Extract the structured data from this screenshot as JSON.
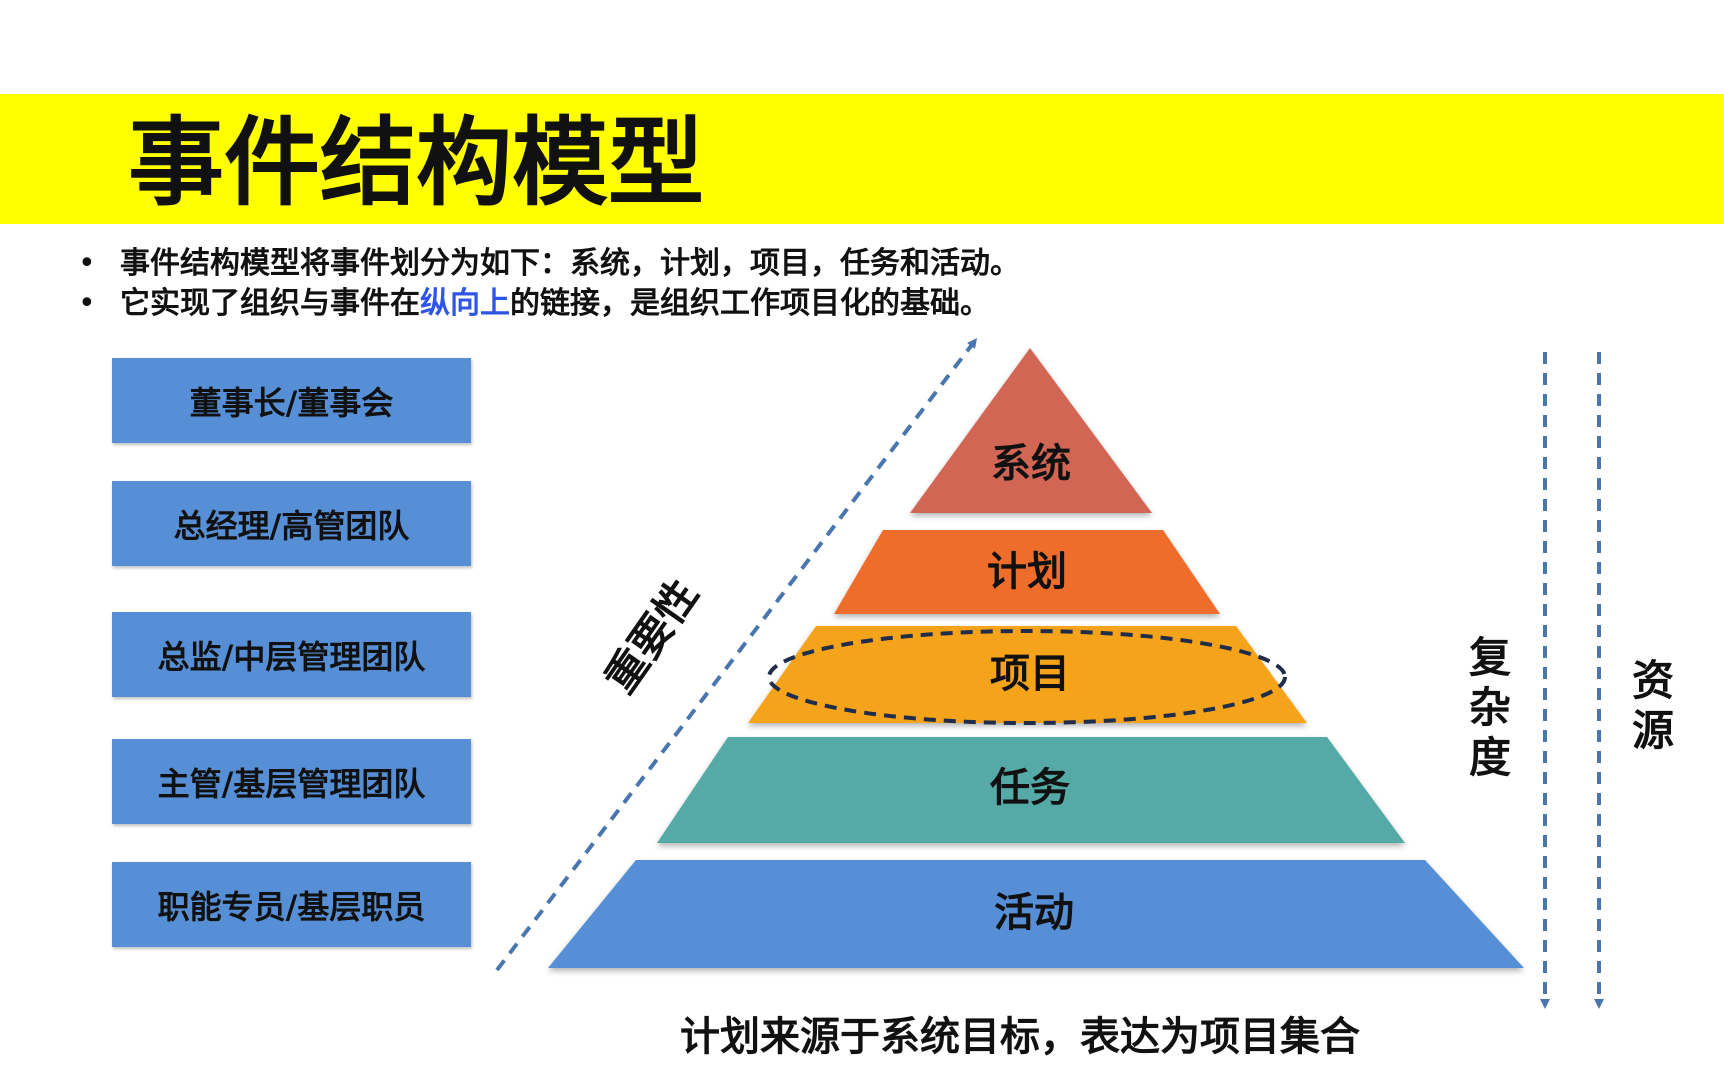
{
  "title": "事件结构模型",
  "bullets": [
    {
      "text": "事件结构模型将事件划分为如下：系统，计划，项目，任务和活动。"
    },
    {
      "before": "它实现了组织与事件在",
      "highlight": "纵向上",
      "after": "的链接，是组织工作项目化的基础。"
    }
  ],
  "bullet_marker": "•",
  "org_levels": [
    "董事长/董事会",
    "总经理/高管团队",
    "总监/中层管理团队",
    "主管/基层管理团队",
    "职能专员/基层职员"
  ],
  "pyramid": [
    {
      "label": "系统",
      "color": "#d26655"
    },
    {
      "label": "计划",
      "color": "#ee6d2c"
    },
    {
      "label": "项目",
      "color": "#f6a31e"
    },
    {
      "label": "任务",
      "color": "#55aaa8"
    },
    {
      "label": "活动",
      "color": "#568fd6"
    }
  ],
  "importance_label": "重要性",
  "complexity_label": "复杂度",
  "resource_label": "资源",
  "footer": "计划来源于系统目标，表达为项目集合",
  "colors": {
    "banner": "#ffff00",
    "box": "#568fd6",
    "arrow": "#4a76b0",
    "highlight": "#2f55e6",
    "ellipse": "#1f2d4a"
  }
}
